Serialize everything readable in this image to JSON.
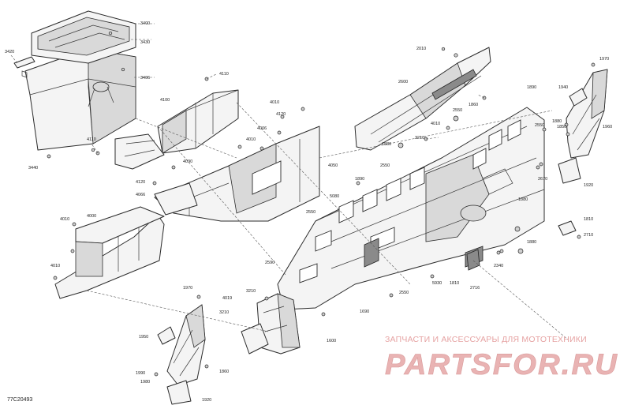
{
  "diagram_code": "77C20493",
  "watermark": {
    "tagline": "ЗАПЧАСТИ И АКСЕССУАРЫ ДЛЯ МОТОТЕХНИКИ",
    "logo_text": "PARTSFOR.RU"
  },
  "callouts": [
    {
      "id": "c3400",
      "label": "3400"
    },
    {
      "id": "c3430",
      "label": "3430"
    },
    {
      "id": "c3420",
      "label": "3420"
    },
    {
      "id": "c3406",
      "label": "3406"
    },
    {
      "id": "c3440",
      "label": "3440"
    },
    {
      "id": "c4110a",
      "label": "4110"
    },
    {
      "id": "c4100",
      "label": "4100"
    },
    {
      "id": "c4110b",
      "label": "4110"
    },
    {
      "id": "c4120a",
      "label": "4120"
    },
    {
      "id": "c4090",
      "label": "4090"
    },
    {
      "id": "c4066",
      "label": "4066"
    },
    {
      "id": "c4010a",
      "label": "4010"
    },
    {
      "id": "c4000",
      "label": "4000"
    },
    {
      "id": "c4010b",
      "label": "4010"
    },
    {
      "id": "c4010c",
      "label": "4010"
    },
    {
      "id": "c4120b",
      "label": "4120"
    },
    {
      "id": "c4006",
      "label": "4006"
    },
    {
      "id": "c4010d",
      "label": "4010"
    },
    {
      "id": "c4050",
      "label": "4050"
    },
    {
      "id": "c2010",
      "label": "2010"
    },
    {
      "id": "c2600",
      "label": "2600"
    },
    {
      "id": "c1890",
      "label": "1890"
    },
    {
      "id": "c1860",
      "label": "1860"
    },
    {
      "id": "c2550a",
      "label": "2550"
    },
    {
      "id": "c4010e",
      "label": "4010"
    },
    {
      "id": "c3210a",
      "label": "3210"
    },
    {
      "id": "c1880",
      "label": "1880"
    },
    {
      "id": "c2550b",
      "label": "2550"
    },
    {
      "id": "c2550c",
      "label": "2550"
    },
    {
      "id": "c1890b",
      "label": "1890"
    },
    {
      "id": "c5080",
      "label": "5080"
    },
    {
      "id": "c2550d",
      "label": "2550"
    },
    {
      "id": "c1970a",
      "label": "1970"
    },
    {
      "id": "c1940",
      "label": "1940"
    },
    {
      "id": "c1880b",
      "label": "1880"
    },
    {
      "id": "c1850",
      "label": "1850"
    },
    {
      "id": "c1960",
      "label": "1960"
    },
    {
      "id": "c2670",
      "label": "2670"
    },
    {
      "id": "c1920a",
      "label": "1920"
    },
    {
      "id": "c1880c",
      "label": "1880"
    },
    {
      "id": "c1810a",
      "label": "1810"
    },
    {
      "id": "c2710",
      "label": "2710"
    },
    {
      "id": "c1880d",
      "label": "1880"
    },
    {
      "id": "c2340",
      "label": "2340"
    },
    {
      "id": "c5930",
      "label": "5930"
    },
    {
      "id": "c1810b",
      "label": "1810"
    },
    {
      "id": "c2716",
      "label": "2716"
    },
    {
      "id": "c2590",
      "label": "2590"
    },
    {
      "id": "c2550e",
      "label": "2550"
    },
    {
      "id": "c1690",
      "label": "1690"
    },
    {
      "id": "c1970b",
      "label": "1970"
    },
    {
      "id": "c4019",
      "label": "4019"
    },
    {
      "id": "c3210b",
      "label": "3210"
    },
    {
      "id": "c3210c",
      "label": "3210"
    },
    {
      "id": "c1600",
      "label": "1600"
    },
    {
      "id": "c1950",
      "label": "1950"
    },
    {
      "id": "c1860b",
      "label": "1860"
    },
    {
      "id": "c1990",
      "label": "1990"
    },
    {
      "id": "c1980",
      "label": "1980"
    },
    {
      "id": "c1920b",
      "label": "1920"
    }
  ]
}
